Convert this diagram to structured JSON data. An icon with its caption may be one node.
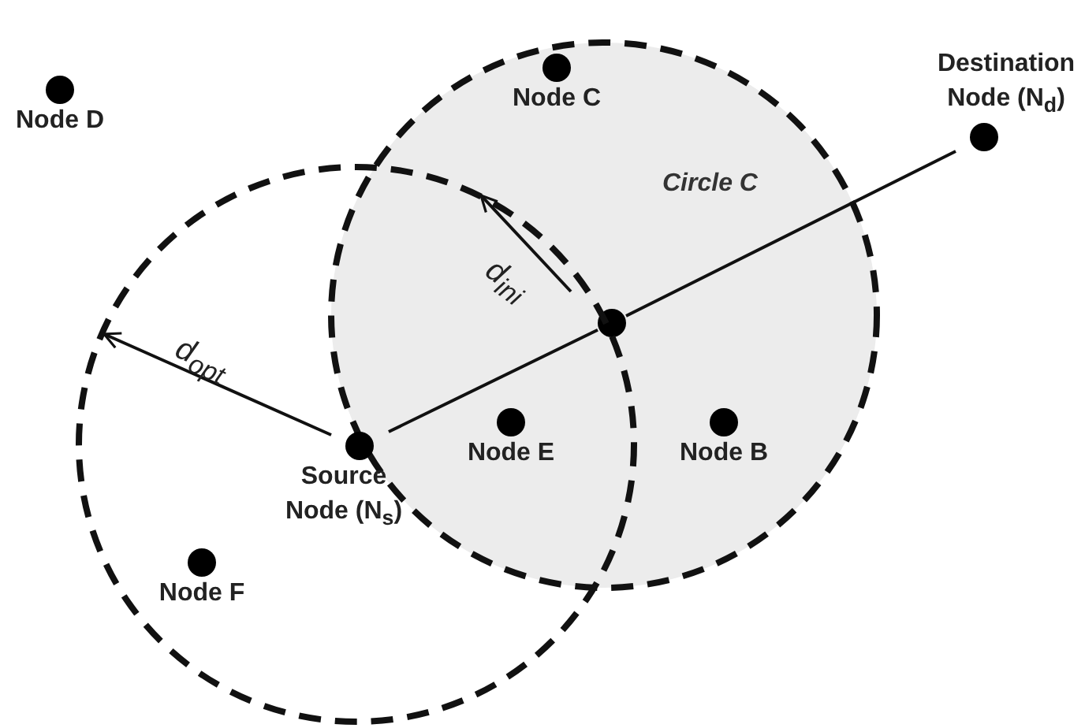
{
  "diagram": {
    "nodes": [
      {
        "text": [
          "Node D"
        ]
      },
      {
        "text": [
          "Circle C"
        ]
      },
      {
        "text": [
          "Node C"
        ],
        "in": 1
      },
      {
        "text": [
          "Destination Node (N$_{d}$)"
        ]
      },
      {
        "text": [],
        "shape": "circle",
        "in": 1
      },
      {
        "text": [
          "Node E"
        ],
        "in": 1
      },
      {
        "text": [
          "Node B"
        ],
        "in": 1
      },
      {
        "text": [
          "Source Node (N$_{s}$)"
        ]
      },
      {
        "text": [
          "Node F"
        ]
      }
    ],
    "edges": [
      {
        "from": 7,
        "to": 4,
        "arrow": "none"
      },
      {
        "from": 4,
        "to": 3,
        "arrow": "none"
      }
    ],
    "labels": [
      "d$_{ini}$",
      "d$_{opt}$"
    ]
  }
}
